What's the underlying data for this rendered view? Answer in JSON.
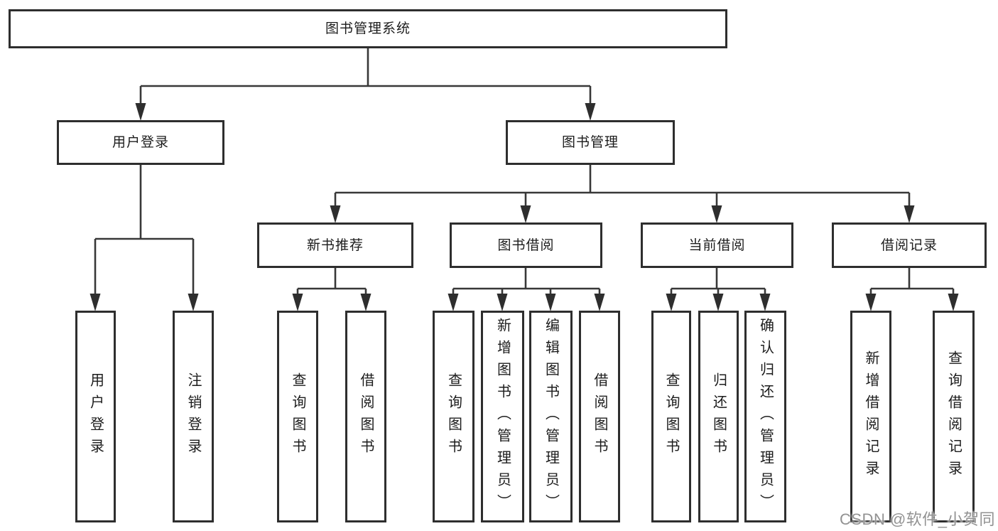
{
  "diagram": {
    "root": {
      "label": "图书管理系统"
    },
    "user_login": {
      "label": "用户登录",
      "children": [
        "用户登录",
        "注销登录"
      ]
    },
    "book_mgmt": {
      "label": "图书管理"
    },
    "new_book_rec": {
      "label": "新书推荐",
      "children": [
        "查询图书",
        "借阅图书"
      ]
    },
    "book_borrow": {
      "label": "图书借阅",
      "children": [
        "查询图书",
        "新增图书（管理员）",
        "编辑图书（管理员）",
        "借阅图书"
      ]
    },
    "current_borrow": {
      "label": "当前借阅",
      "children": [
        "查询图书",
        "归还图书",
        "确认归还（管理员）"
      ]
    },
    "borrow_records": {
      "label": "借阅记录",
      "children": [
        "新增借阅记录",
        "查询借阅记录"
      ]
    }
  },
  "colors": {
    "line": "#383838",
    "border": "#2e2e2e",
    "text": "#1c1c1c",
    "watermark": "#929292"
  },
  "watermark": "CSDN @软件_小贺同学"
}
